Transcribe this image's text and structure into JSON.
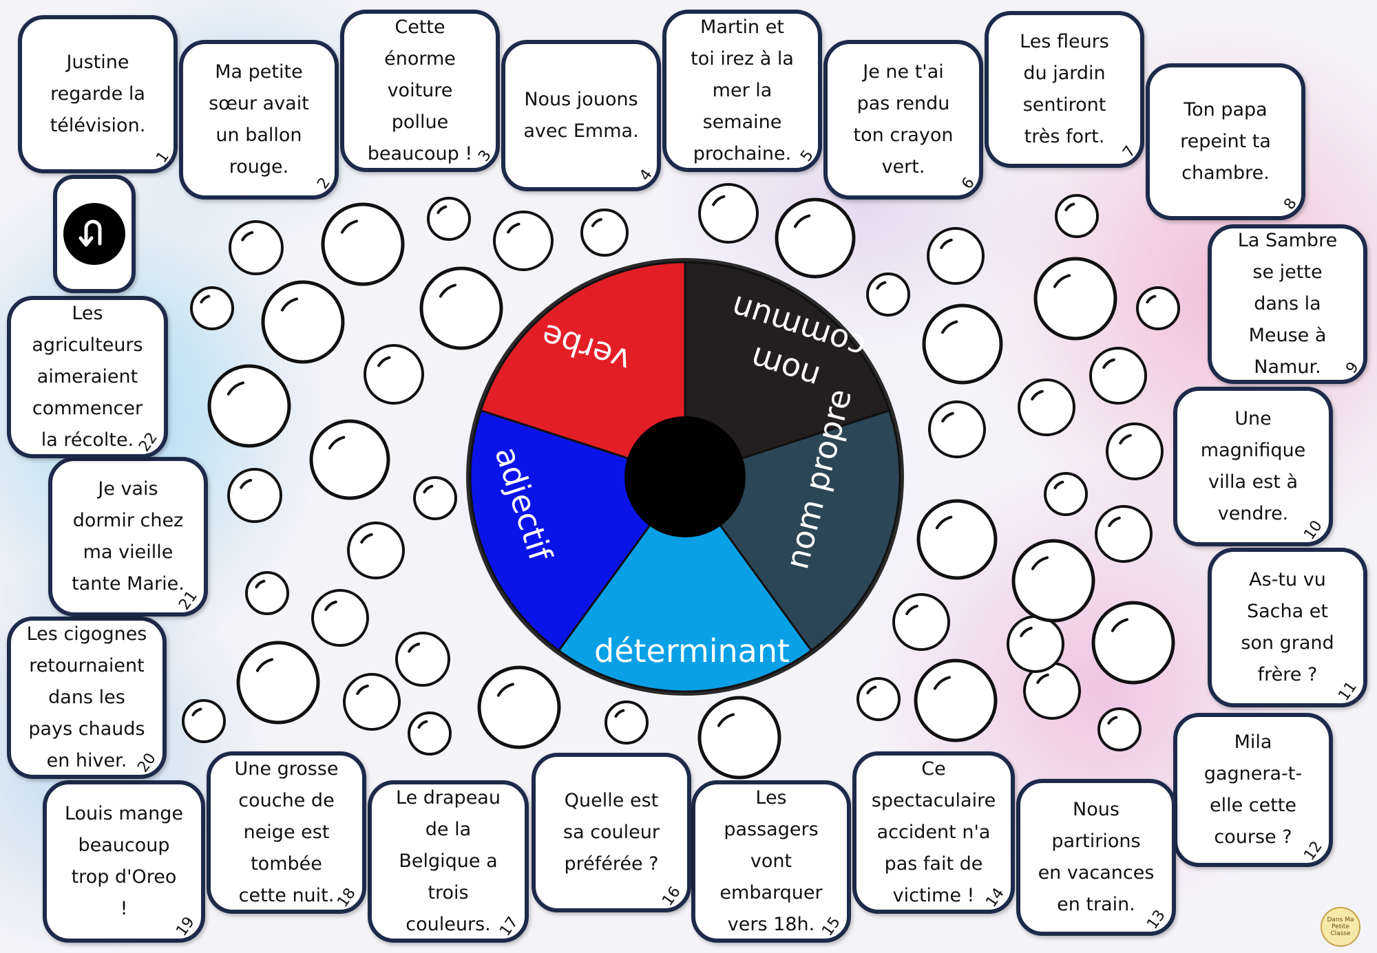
{
  "wheel": {
    "center_color": "#000000",
    "segments": [
      {
        "label": "verbe",
        "color": "#e41e26"
      },
      {
        "label": "nom commun",
        "color": "#231f20"
      },
      {
        "label": "nom propre",
        "color": "#2c4656"
      },
      {
        "label": "déterminant",
        "color": "#0aa0e6"
      },
      {
        "label": "adjectif",
        "color": "#0a14e8"
      }
    ]
  },
  "undo_icon": "undo-arrow-icon",
  "cards": [
    {
      "text": "Justine\nregarde la\ntélévision.",
      "number": "1"
    },
    {
      "text": "Ma petite\nsœur avait\nun ballon\nrouge.",
      "number": "2"
    },
    {
      "text": "Cette\nénorme\nvoiture\npollue\nbeaucoup !",
      "number": "3"
    },
    {
      "text": "Nous jouons\navec Emma.",
      "number": "4"
    },
    {
      "text": "Martin et\ntoi irez à la\nmer la\nsemaine\nprochaine.",
      "number": "5"
    },
    {
      "text": "Je ne t'ai\npas rendu\nton crayon\nvert.",
      "number": "6"
    },
    {
      "text": "Les fleurs\ndu jardin\nsentiront\ntrès fort.",
      "number": "7"
    },
    {
      "text": "Ton papa\nrepeint ta\nchambre.",
      "number": "8"
    },
    {
      "text": "La Sambre\nse jette\ndans la\nMeuse à\nNamur.",
      "number": "9"
    },
    {
      "text": "Une\nmagnifique\nvilla est à\nvendre.",
      "number": "10"
    },
    {
      "text": "As-tu vu\nSacha et\nson grand\nfrère ?",
      "number": "11"
    },
    {
      "text": "Mila\ngagnera-t-\nelle cette\ncourse ?",
      "number": "12"
    },
    {
      "text": "Nous\npartirions\nen vacances\nen train.",
      "number": "13"
    },
    {
      "text": "Ce\nspectaculaire\naccident n'a\npas fait de\nvictime !",
      "number": "14"
    },
    {
      "text": "Les\npassagers\nvont\nembarquer\nvers 18h.",
      "number": "15"
    },
    {
      "text": "Quelle est\nsa couleur\npréférée ?",
      "number": "16"
    },
    {
      "text": "Le drapeau\nde la\nBelgique a\ntrois\ncouleurs.",
      "number": "17"
    },
    {
      "text": "Une grosse\ncouche de\nneige est\ntombée\ncette nuit.",
      "number": "18"
    },
    {
      "text": "Louis mange\nbeaucoup\ntrop d'Oreo\n!",
      "number": "19"
    },
    {
      "text": "Les cigognes\nretournaient\ndans les\npays chauds\nen hiver.",
      "number": "20"
    },
    {
      "text": "Je vais\ndormir chez\nma vieille\ntante Marie.",
      "number": "21"
    },
    {
      "text": "Les\nagriculteurs\naimeraient\ncommencer\nla récolte.",
      "number": "22"
    }
  ],
  "logo": {
    "text": "Dans Ma Petite Classe"
  }
}
